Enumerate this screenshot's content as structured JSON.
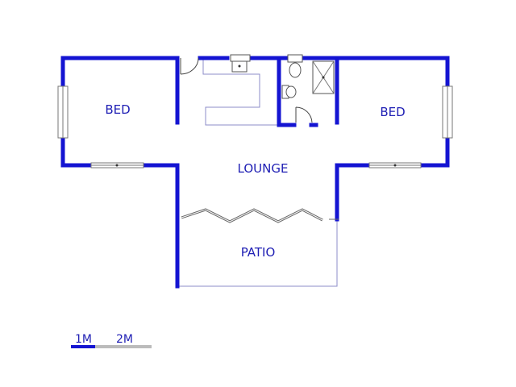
{
  "rooms": {
    "bed_left": "BED",
    "bed_right": "BED",
    "lounge": "LOUNGE",
    "patio": "PATIO"
  },
  "scale": {
    "one": "1M",
    "two": "2M"
  },
  "colors": {
    "wall": "#1414d2",
    "label": "#1f1fb4",
    "thin_line": "#8c8cc8",
    "scale_grey": "#bbbbbb"
  }
}
